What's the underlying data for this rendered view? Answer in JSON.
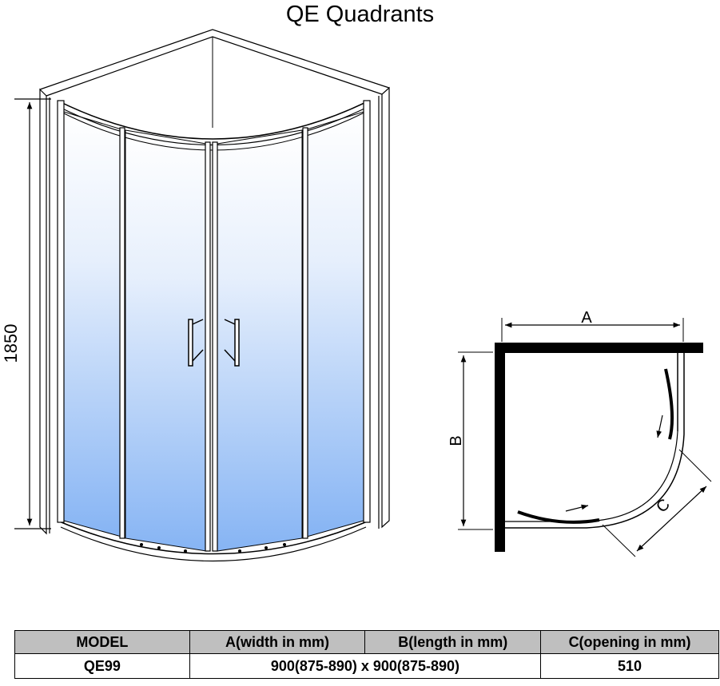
{
  "title": "QE  Quadrants",
  "dimensions": {
    "height_label": "1850",
    "width_label": "A",
    "length_label": "B",
    "opening_label": "C"
  },
  "spec_table": {
    "headers": [
      "MODEL",
      "A(width in mm)",
      "B(length in mm)",
      "C(opening in mm)"
    ],
    "row": {
      "model": "QE99",
      "size": "900(875-890) x 900(875-890)",
      "opening": "510"
    }
  },
  "colors": {
    "glass_top": "#ffffff",
    "glass_bottom": "#8ab6f5",
    "line": "#000000",
    "table_header_bg": "#bfbfbf"
  }
}
